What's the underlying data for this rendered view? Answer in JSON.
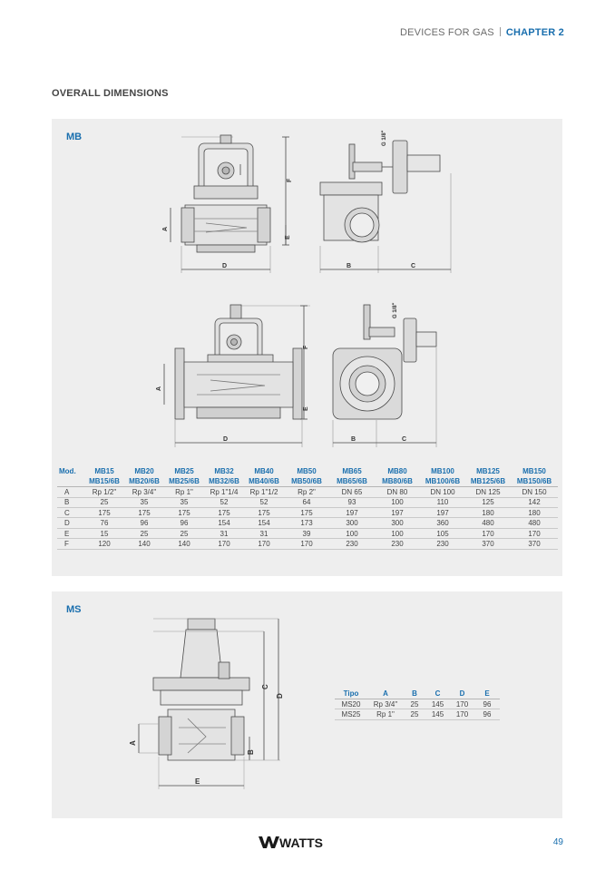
{
  "header": {
    "section": "DEVICES FOR GAS",
    "chapter": "CHAPTER 2"
  },
  "page_title": "OVERALL DIMENSIONS",
  "mb": {
    "label": "MB",
    "drawing_labels": {
      "a": "A",
      "b": "B",
      "c": "C",
      "d": "D",
      "e": "E",
      "f": "F",
      "thread": "G 1/8\""
    },
    "table": {
      "col_mod": "Mod.",
      "models": [
        "MB15",
        "MB20",
        "MB25",
        "MB32",
        "MB40",
        "MB50",
        "MB65",
        "MB80",
        "MB100",
        "MB125",
        "MB150"
      ],
      "models_6b": [
        "MB15/6B",
        "MB20/6B",
        "MB25/6B",
        "MB32/6B",
        "MB40/6B",
        "MB50/6B",
        "MB65/6B",
        "MB80/6B",
        "MB100/6B",
        "MB125/6B",
        "MB150/6B"
      ],
      "rows": [
        {
          "label": "A",
          "values": [
            "Rp 1/2\"",
            "Rp 3/4\"",
            "Rp 1\"",
            "Rp 1\"1/4",
            "Rp 1\"1/2",
            "Rp 2\"",
            "DN 65",
            "DN 80",
            "DN 100",
            "DN 125",
            "DN 150"
          ]
        },
        {
          "label": "B",
          "values": [
            "25",
            "35",
            "35",
            "52",
            "52",
            "64",
            "93",
            "100",
            "110",
            "125",
            "142"
          ]
        },
        {
          "label": "C",
          "values": [
            "175",
            "175",
            "175",
            "175",
            "175",
            "175",
            "197",
            "197",
            "197",
            "180",
            "180"
          ]
        },
        {
          "label": "D",
          "values": [
            "76",
            "96",
            "96",
            "154",
            "154",
            "173",
            "300",
            "300",
            "360",
            "480",
            "480"
          ]
        },
        {
          "label": "E",
          "values": [
            "15",
            "25",
            "25",
            "31",
            "31",
            "39",
            "100",
            "100",
            "105",
            "170",
            "170"
          ]
        },
        {
          "label": "F",
          "values": [
            "120",
            "140",
            "140",
            "170",
            "170",
            "170",
            "230",
            "230",
            "230",
            "370",
            "370"
          ]
        }
      ]
    }
  },
  "ms": {
    "label": "MS",
    "drawing_labels": {
      "a": "A",
      "b": "B",
      "c": "C",
      "d": "D",
      "e": "E"
    },
    "table": {
      "headers": [
        "Tipo",
        "A",
        "B",
        "C",
        "D",
        "E"
      ],
      "rows": [
        [
          "MS20",
          "Rp 3/4\"",
          "25",
          "145",
          "170",
          "96"
        ],
        [
          "MS25",
          "Rp 1\"",
          "25",
          "145",
          "170",
          "96"
        ]
      ]
    }
  },
  "footer": {
    "logo_text": "WATTS",
    "page_number": "49"
  },
  "colors": {
    "accent_blue": "#1a6fae",
    "panel_bg": "#eeeeee"
  }
}
